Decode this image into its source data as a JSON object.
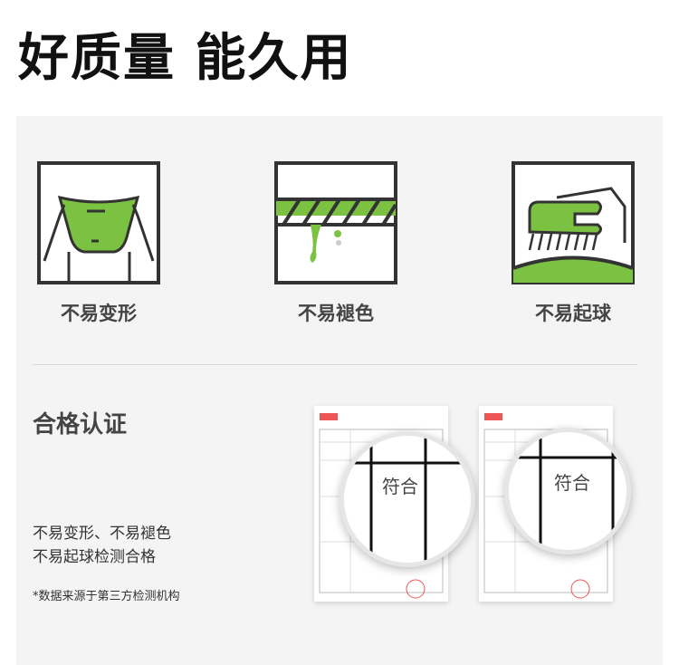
{
  "headline": "好质量 能久用",
  "features": [
    {
      "label": "不易变形",
      "icon": "stretch-fabric-icon"
    },
    {
      "label": "不易褪色",
      "icon": "no-fade-icon"
    },
    {
      "label": "不易起球",
      "icon": "no-pilling-icon"
    }
  ],
  "certification": {
    "heading": "合格认证",
    "lines": [
      "不易变形、不易褪色",
      "不易起球检测合格"
    ],
    "note": "*数据来源于第三方检测机构",
    "stamp_text": "符合"
  },
  "colors": {
    "accent": "#7cc242",
    "line": "#333333"
  }
}
